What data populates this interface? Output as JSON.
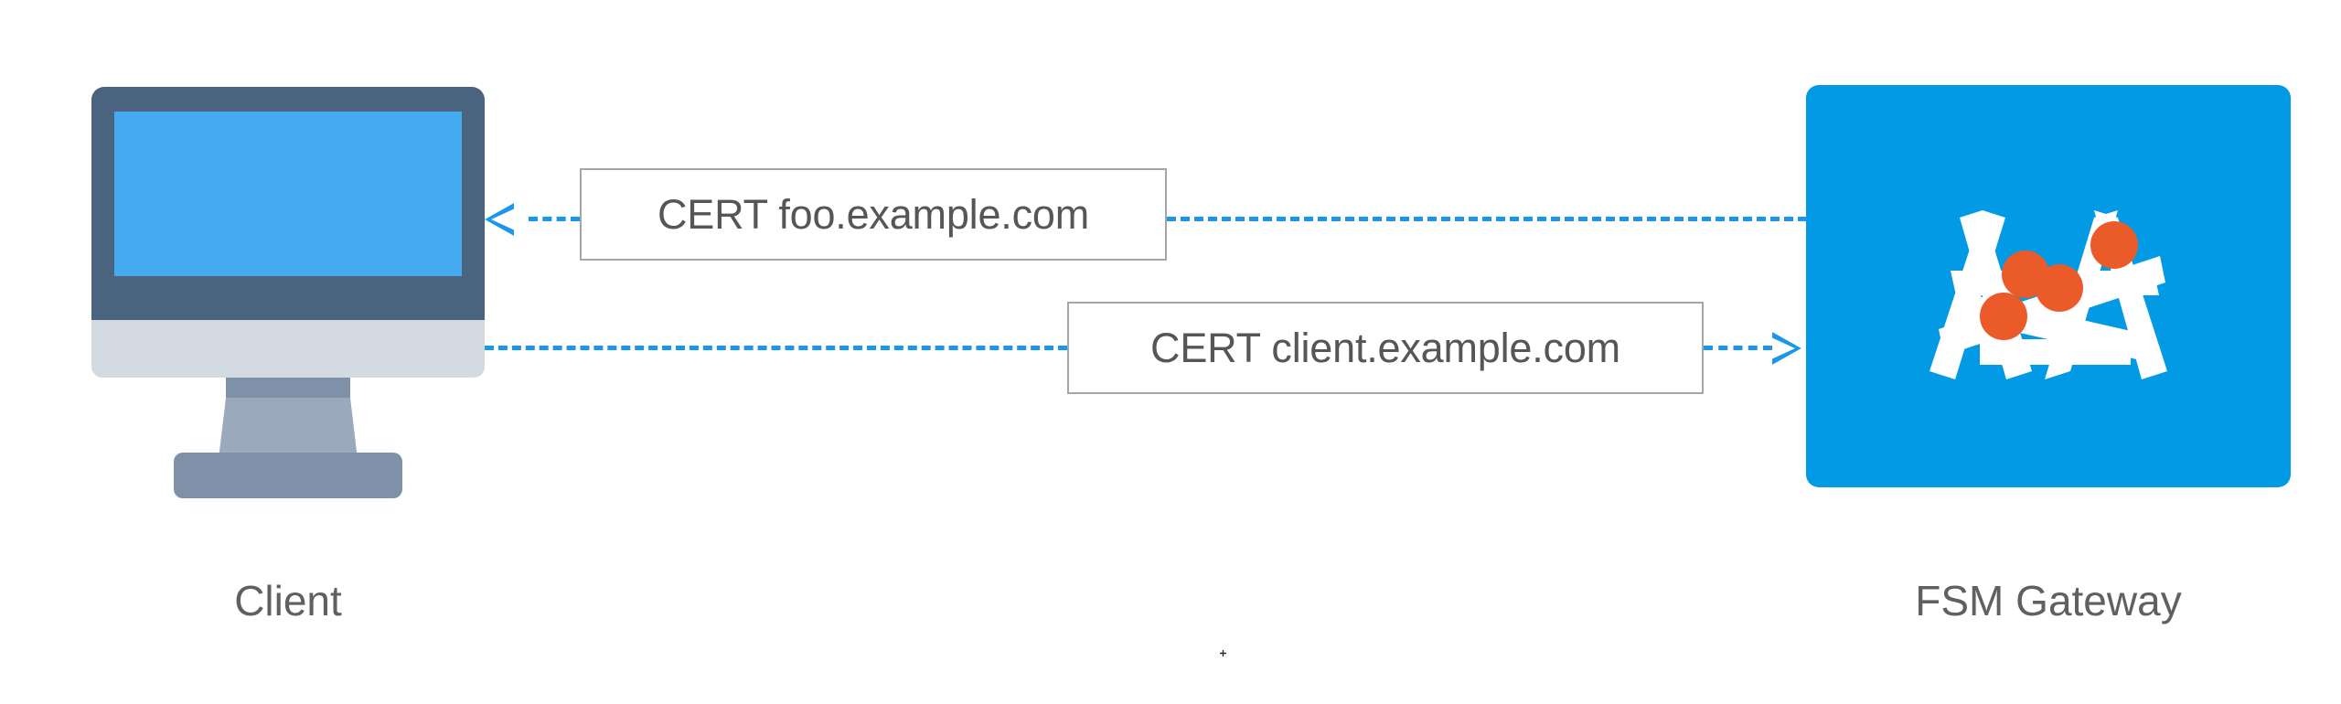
{
  "diagram": {
    "type": "network-flow",
    "background": "#ffffff",
    "nodes": [
      {
        "id": "client",
        "caption": "Client",
        "icon": "desktop-monitor-icon",
        "colors": {
          "bezel": "#4a6480",
          "screen": "#45a9f0",
          "chin": "#d4dae2",
          "stand": "#7e91a8",
          "stand_taper": "#9aa9bb"
        }
      },
      {
        "id": "gateway",
        "caption": "FSM Gateway",
        "icon": "fsm-gateway-logo-icon",
        "colors": {
          "box": "#029ae5",
          "mark": "#ffffff",
          "dots": "#eb5b2a"
        }
      }
    ],
    "connections": [
      {
        "id": "cert-server",
        "label": "CERT foo.example.com",
        "direction": "gateway-to-client",
        "arrow": "left",
        "style": "dashed",
        "color": "#1c96e8"
      },
      {
        "id": "cert-client",
        "label": "CERT client.example.com",
        "direction": "client-to-gateway",
        "arrow": "right",
        "style": "dashed",
        "color": "#1c96e8"
      }
    ],
    "label_box": {
      "border_color": "#a6a6a6",
      "text_color": "#565656",
      "fill": "#ffffff"
    },
    "caption_color": "#606060"
  }
}
